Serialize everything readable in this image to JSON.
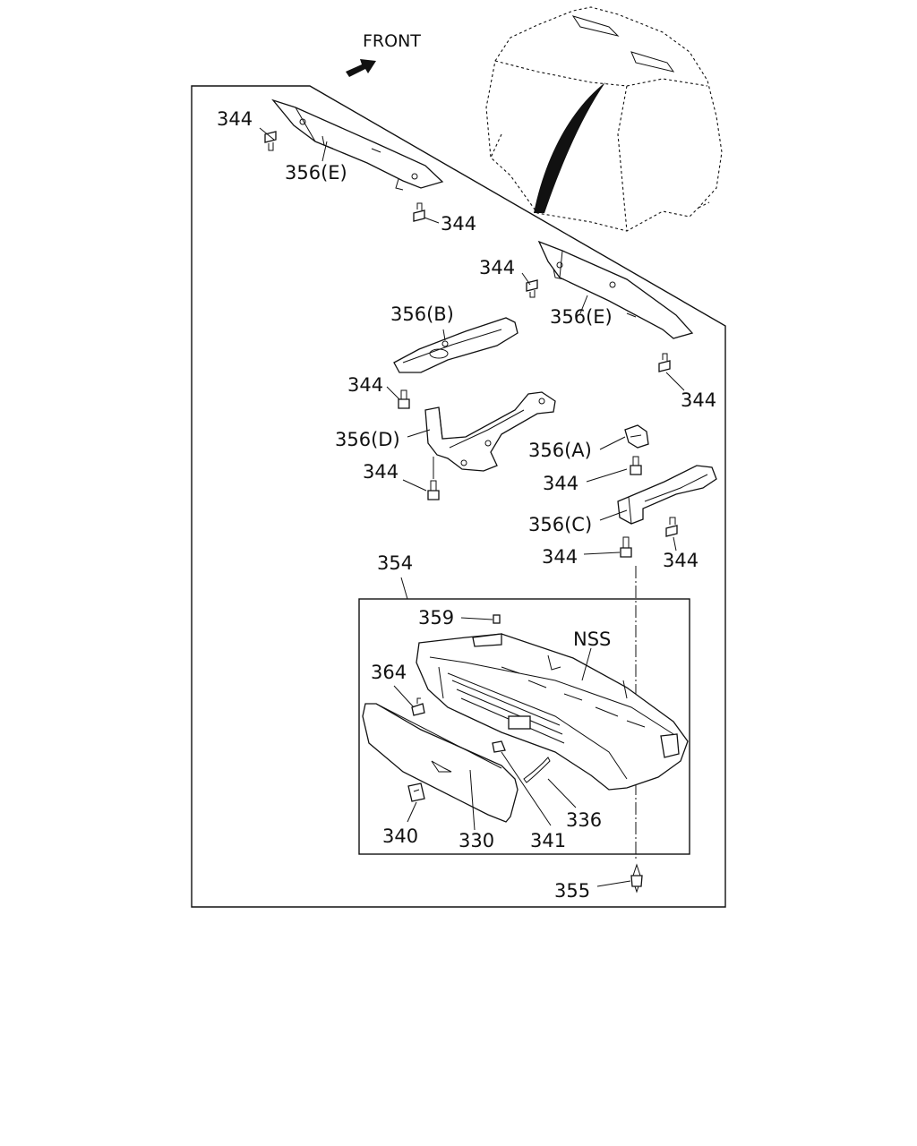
{
  "front_label": "FRONT",
  "labels": {
    "b344_a": "344",
    "b356e_top": "356(E)",
    "b344_b": "344",
    "b344_c": "344",
    "b356e_right": "356(E)",
    "b356b": "356(B)",
    "b344_d": "344",
    "b344_e": "344",
    "b356d": "356(D)",
    "b356a": "356(A)",
    "b344_f": "344",
    "b344_g": "344",
    "b356c": "356(C)",
    "b344_h": "344",
    "b344_i": "344",
    "b354": "354",
    "b359": "359",
    "nss": "NSS",
    "b364": "364",
    "b340": "340",
    "b330": "330",
    "b341": "341",
    "b336": "336",
    "b355": "355"
  }
}
